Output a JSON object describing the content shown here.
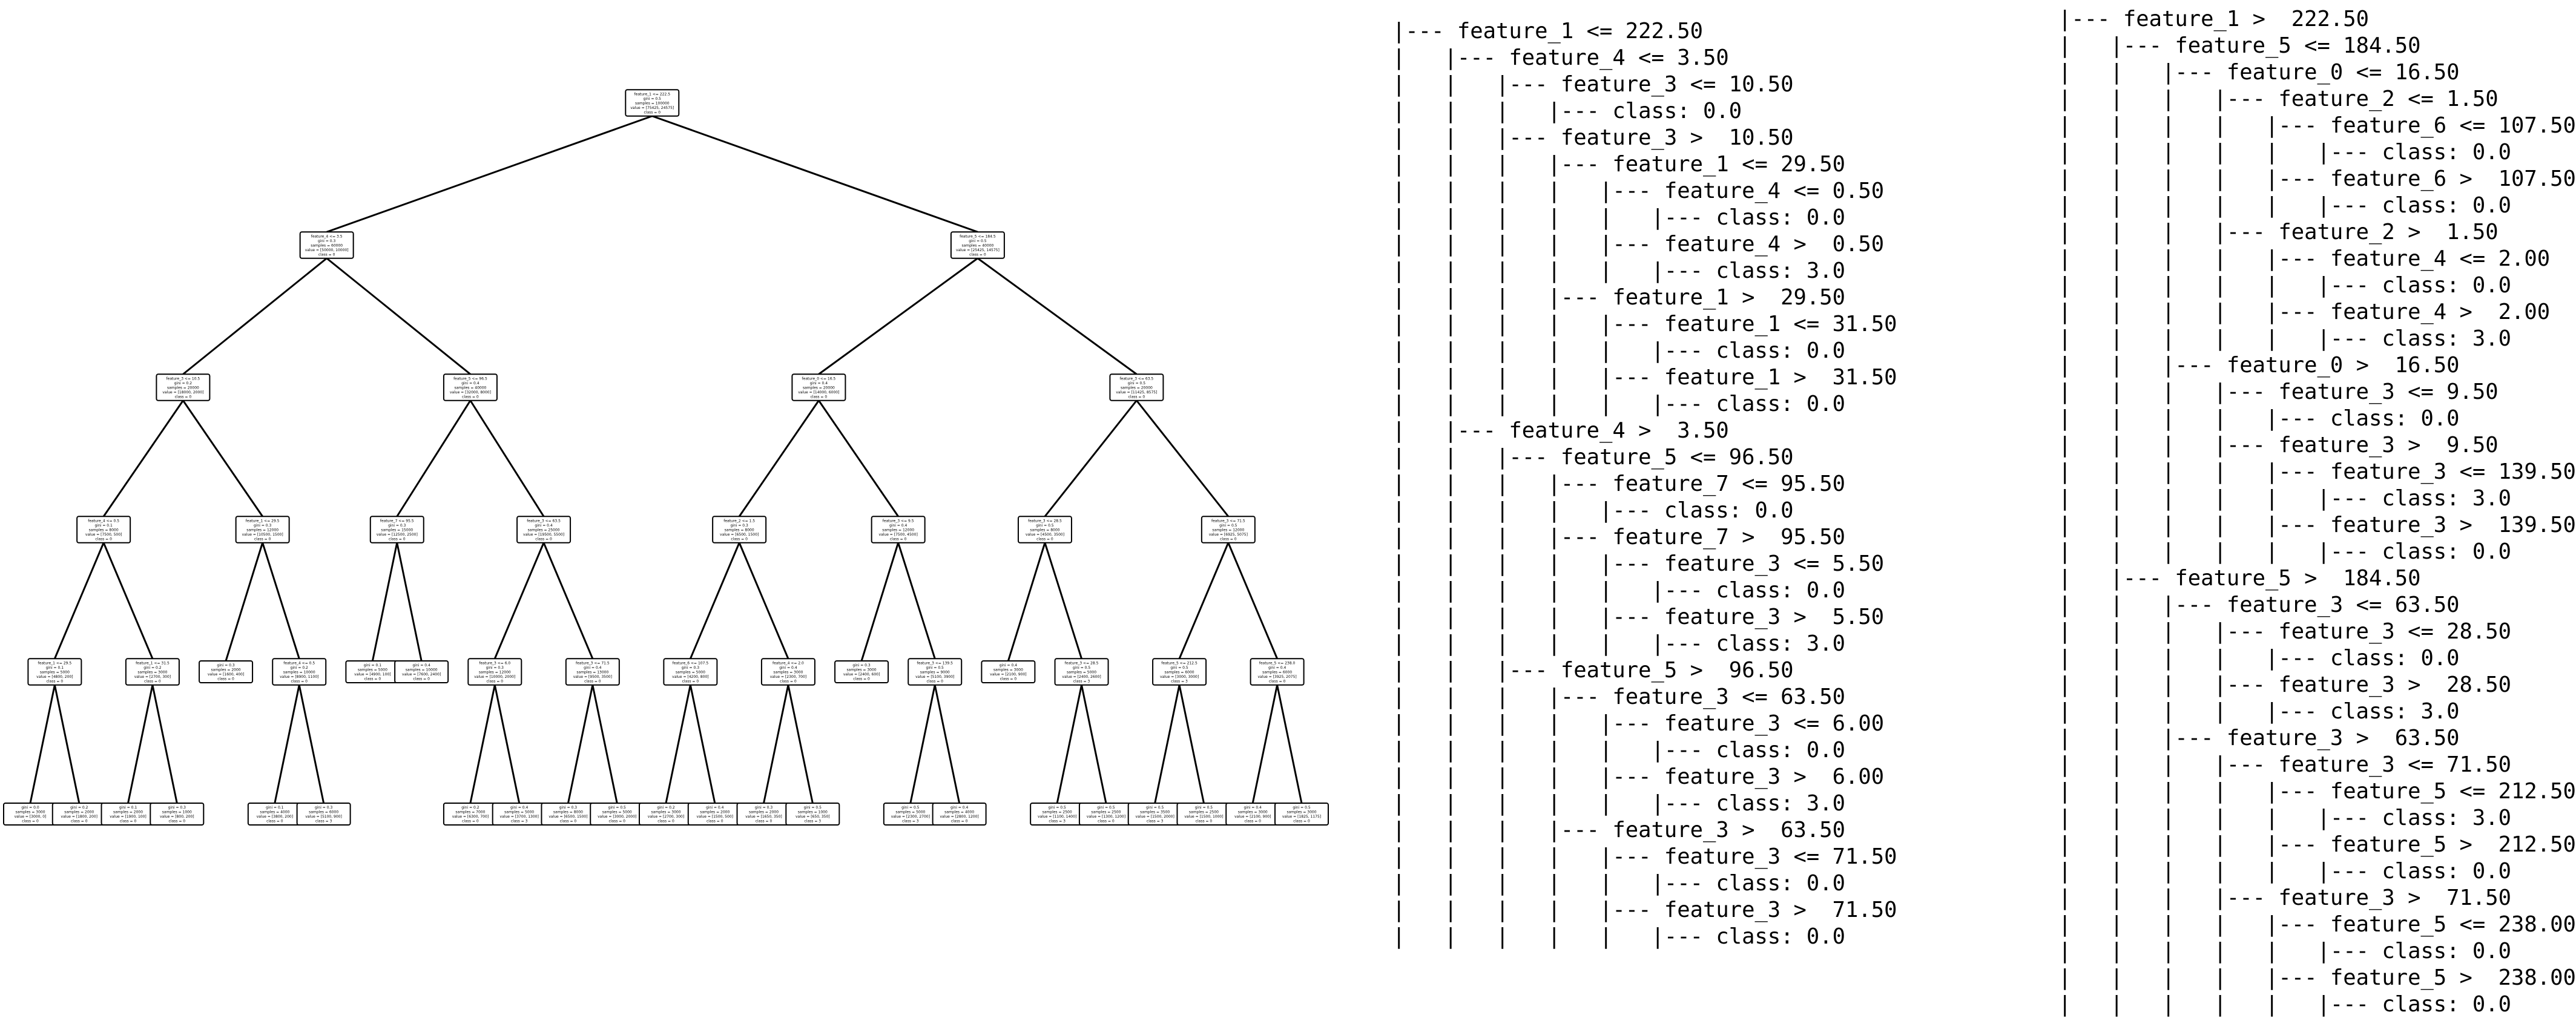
{
  "tree": {
    "id": "n0",
    "text": [
      "feature_1 <= 222.5",
      "gini = 0.5",
      "samples = 100000",
      "value = [75425, 24575]",
      "class = 0"
    ],
    "children": [
      {
        "id": "n1",
        "text": [
          "feature_4 <= 3.5",
          "gini = 0.3",
          "samples = 60000",
          "value = [50000, 10000]",
          "class = 0"
        ],
        "children": [
          {
            "id": "n3",
            "text": [
              "feature_3 <= 10.5",
              "gini = 0.2",
              "samples = 20000",
              "value = [18000, 2000]",
              "class = 0"
            ],
            "children": [
              {
                "id": "n7",
                "text": [
                  "feature_4 <= 0.5",
                  "gini = 0.1",
                  "samples = 8000",
                  "value = [7500, 500]",
                  "class = 0"
                ],
                "children": [
                  {
                    "id": "n15",
                    "text": [
                      "feature_1 <= 29.5",
                      "gini = 0.1",
                      "samples = 5000",
                      "value = [4800, 200]",
                      "class = 0"
                    ],
                    "children": [
                      {
                        "id": "n31",
                        "text": [
                          "gini = 0.0",
                          "samples = 3000",
                          "value = [3000, 0]",
                          "class = 0"
                        ]
                      },
                      {
                        "id": "n32",
                        "text": [
                          "gini = 0.2",
                          "samples = 2000",
                          "value = [1800, 200]",
                          "class = 0"
                        ]
                      }
                    ]
                  },
                  {
                    "id": "n16",
                    "text": [
                      "feature_1 <= 31.5",
                      "gini = 0.2",
                      "samples = 3000",
                      "value = [2700, 300]",
                      "class = 0"
                    ],
                    "children": [
                      {
                        "id": "n33",
                        "text": [
                          "gini = 0.1",
                          "samples = 2000",
                          "value = [1900, 100]",
                          "class = 0"
                        ]
                      },
                      {
                        "id": "n34",
                        "text": [
                          "gini = 0.3",
                          "samples = 1000",
                          "value = [800, 200]",
                          "class = 0"
                        ]
                      }
                    ]
                  }
                ]
              },
              {
                "id": "n8",
                "text": [
                  "feature_1 <= 29.5",
                  "gini = 0.3",
                  "samples = 12000",
                  "value = [10500, 1500]",
                  "class = 0"
                ],
                "children": [
                  {
                    "id": "n17",
                    "text": [
                      "gini = 0.3",
                      "samples = 2000",
                      "value = [1600, 400]",
                      "class = 0"
                    ]
                  },
                  {
                    "id": "n18",
                    "text": [
                      "feature_4 <= 0.5",
                      "gini = 0.2",
                      "samples = 10000",
                      "value = [8900, 1100]",
                      "class = 0"
                    ],
                    "children": [
                      {
                        "id": "n35",
                        "text": [
                          "gini = 0.1",
                          "samples = 4000",
                          "value = [3800, 200]",
                          "class = 0"
                        ]
                      },
                      {
                        "id": "n36",
                        "text": [
                          "gini = 0.3",
                          "samples = 6000",
                          "value = [5100, 900]",
                          "class = 3"
                        ]
                      }
                    ]
                  }
                ]
              }
            ]
          },
          {
            "id": "n4",
            "text": [
              "feature_5 <= 96.5",
              "gini = 0.4",
              "samples = 40000",
              "value = [32000, 8000]",
              "class = 0"
            ],
            "children": [
              {
                "id": "n9",
                "text": [
                  "feature_7 <= 95.5",
                  "gini = 0.3",
                  "samples = 15000",
                  "value = [12500, 2500]",
                  "class = 0"
                ],
                "children": [
                  {
                    "id": "n19",
                    "text": [
                      "gini = 0.1",
                      "samples = 5000",
                      "value = [4900, 100]",
                      "class = 0"
                    ]
                  },
                  {
                    "id": "n20",
                    "text": [
                      "gini = 0.4",
                      "samples = 10000",
                      "value = [7600, 2400]",
                      "class = 0"
                    ]
                  }
                ]
              },
              {
                "id": "n10",
                "text": [
                  "feature_3 <= 63.5",
                  "gini = 0.4",
                  "samples = 25000",
                  "value = [19500, 5500]",
                  "class = 0"
                ],
                "children": [
                  {
                    "id": "n21",
                    "text": [
                      "feature_3 <= 6.0",
                      "gini = 0.3",
                      "samples = 12000",
                      "value = [10000, 2000]",
                      "class = 0"
                    ],
                    "children": [
                      {
                        "id": "n37",
                        "text": [
                          "gini = 0.2",
                          "samples = 7000",
                          "value = [6300, 700]",
                          "class = 0"
                        ]
                      },
                      {
                        "id": "n38",
                        "text": [
                          "gini = 0.4",
                          "samples = 5000",
                          "value = [3700, 1300]",
                          "class = 3"
                        ]
                      }
                    ]
                  },
                  {
                    "id": "n22",
                    "text": [
                      "feature_3 <= 71.5",
                      "gini = 0.4",
                      "samples = 13000",
                      "value = [9500, 3500]",
                      "class = 0"
                    ],
                    "children": [
                      {
                        "id": "n39",
                        "text": [
                          "gini = 0.3",
                          "samples = 8000",
                          "value = [6500, 1500]",
                          "class = 0"
                        ]
                      },
                      {
                        "id": "n40",
                        "text": [
                          "gini = 0.5",
                          "samples = 5000",
                          "value = [3000, 2000]",
                          "class = 0"
                        ]
                      }
                    ]
                  }
                ]
              }
            ]
          }
        ]
      },
      {
        "id": "n2",
        "text": [
          "feature_5 <= 184.5",
          "gini = 0.5",
          "samples = 40000",
          "value = [25425, 14575]",
          "class = 0"
        ],
        "children": [
          {
            "id": "n5",
            "text": [
              "feature_0 <= 16.5",
              "gini = 0.4",
              "samples = 20000",
              "value = [14000, 6000]",
              "class = 0"
            ],
            "children": [
              {
                "id": "n11",
                "text": [
                  "feature_2 <= 1.5",
                  "gini = 0.3",
                  "samples = 8000",
                  "value = [6500, 1500]",
                  "class = 0"
                ],
                "children": [
                  {
                    "id": "n23",
                    "text": [
                      "feature_6 <= 107.5",
                      "gini = 0.3",
                      "samples = 5000",
                      "value = [4200, 800]",
                      "class = 0"
                    ],
                    "children": [
                      {
                        "id": "n41",
                        "text": [
                          "gini = 0.2",
                          "samples = 3000",
                          "value = [2700, 300]",
                          "class = 0"
                        ]
                      },
                      {
                        "id": "n42",
                        "text": [
                          "gini = 0.4",
                          "samples = 2000",
                          "value = [1500, 500]",
                          "class = 0"
                        ]
                      }
                    ]
                  },
                  {
                    "id": "n24",
                    "text": [
                      "feature_4 <= 2.0",
                      "gini = 0.4",
                      "samples = 3000",
                      "value = [2300, 700]",
                      "class = 0"
                    ],
                    "children": [
                      {
                        "id": "n43",
                        "text": [
                          "gini = 0.3",
                          "samples = 2000",
                          "value = [1650, 350]",
                          "class = 0"
                        ]
                      },
                      {
                        "id": "n44",
                        "text": [
                          "gini = 0.5",
                          "samples = 1000",
                          "value = [650, 350]",
                          "class = 3"
                        ]
                      }
                    ]
                  }
                ]
              },
              {
                "id": "n12",
                "text": [
                  "feature_3 <= 9.5",
                  "gini = 0.4",
                  "samples = 12000",
                  "value = [7500, 4500]",
                  "class = 0"
                ],
                "children": [
                  {
                    "id": "n25",
                    "text": [
                      "gini = 0.3",
                      "samples = 3000",
                      "value = [2400, 600]",
                      "class = 0"
                    ]
                  },
                  {
                    "id": "n26",
                    "text": [
                      "feature_3 <= 139.5",
                      "gini = 0.5",
                      "samples = 9000",
                      "value = [5100, 3900]",
                      "class = 0"
                    ],
                    "children": [
                      {
                        "id": "n45",
                        "text": [
                          "gini = 0.5",
                          "samples = 5000",
                          "value = [2300, 2700]",
                          "class = 3"
                        ]
                      },
                      {
                        "id": "n46",
                        "text": [
                          "gini = 0.4",
                          "samples = 4000",
                          "value = [2800, 1200]",
                          "class = 0"
                        ]
                      }
                    ]
                  }
                ]
              }
            ]
          },
          {
            "id": "n6",
            "text": [
              "feature_3 <= 63.5",
              "gini = 0.5",
              "samples = 20000",
              "value = [11425, 8575]",
              "class = 0"
            ],
            "children": [
              {
                "id": "n13",
                "text": [
                  "feature_3 <= 28.5",
                  "gini = 0.5",
                  "samples = 8000",
                  "value = [4500, 3500]",
                  "class = 0"
                ],
                "children": [
                  {
                    "id": "n27",
                    "text": [
                      "gini = 0.4",
                      "samples = 3000",
                      "value = [2100, 900]",
                      "class = 0"
                    ]
                  },
                  {
                    "id": "n28",
                    "text": [
                      "feature_3 <= 28.5",
                      "gini = 0.5",
                      "samples = 5000",
                      "value = [2400, 2600]",
                      "class = 3"
                    ],
                    "children": [
                      {
                        "id": "n47",
                        "text": [
                          "gini = 0.5",
                          "samples = 2500",
                          "value = [1100, 1400]",
                          "class = 3"
                        ]
                      },
                      {
                        "id": "n48",
                        "text": [
                          "gini = 0.5",
                          "samples = 2500",
                          "value = [1300, 1200]",
                          "class = 0"
                        ]
                      }
                    ]
                  }
                ]
              },
              {
                "id": "n14",
                "text": [
                  "feature_3 <= 71.5",
                  "gini = 0.5",
                  "samples = 12000",
                  "value = [6925, 5075]",
                  "class = 0"
                ],
                "children": [
                  {
                    "id": "n29",
                    "text": [
                      "feature_5 <= 212.5",
                      "gini = 0.5",
                      "samples = 6000",
                      "value = [3000, 3000]",
                      "class = 3"
                    ],
                    "children": [
                      {
                        "id": "n49",
                        "text": [
                          "gini = 0.5",
                          "samples = 3500",
                          "value = [1500, 2000]",
                          "class = 3"
                        ]
                      },
                      {
                        "id": "n50",
                        "text": [
                          "gini = 0.5",
                          "samples = 2500",
                          "value = [1500, 1000]",
                          "class = 0"
                        ]
                      }
                    ]
                  },
                  {
                    "id": "n30",
                    "text": [
                      "feature_5 <= 238.0",
                      "gini = 0.4",
                      "samples = 6000",
                      "value = [3925, 2075]",
                      "class = 0"
                    ],
                    "children": [
                      {
                        "id": "n51",
                        "text": [
                          "gini = 0.4",
                          "samples = 3000",
                          "value = [2100, 900]",
                          "class = 0"
                        ]
                      },
                      {
                        "id": "n52",
                        "text": [
                          "gini = 0.5",
                          "samples = 3000",
                          "value = [1825, 1175]",
                          "class = 0"
                        ]
                      }
                    ]
                  }
                ]
              }
            ]
          }
        ]
      }
    ]
  },
  "text_tree_left": "|--- feature_1 <= 222.50\n|   |--- feature_4 <= 3.50\n|   |   |--- feature_3 <= 10.50\n|   |   |   |--- class: 0.0\n|   |   |--- feature_3 >  10.50\n|   |   |   |--- feature_1 <= 29.50\n|   |   |   |   |--- feature_4 <= 0.50\n|   |   |   |   |   |--- class: 0.0\n|   |   |   |   |--- feature_4 >  0.50\n|   |   |   |   |   |--- class: 3.0\n|   |   |   |--- feature_1 >  29.50\n|   |   |   |   |--- feature_1 <= 31.50\n|   |   |   |   |   |--- class: 0.0\n|   |   |   |   |--- feature_1 >  31.50\n|   |   |   |   |   |--- class: 0.0\n|   |--- feature_4 >  3.50\n|   |   |--- feature_5 <= 96.50\n|   |   |   |--- feature_7 <= 95.50\n|   |   |   |   |--- class: 0.0\n|   |   |   |--- feature_7 >  95.50\n|   |   |   |   |--- feature_3 <= 5.50\n|   |   |   |   |   |--- class: 0.0\n|   |   |   |   |--- feature_3 >  5.50\n|   |   |   |   |   |--- class: 3.0\n|   |   |--- feature_5 >  96.50\n|   |   |   |--- feature_3 <= 63.50\n|   |   |   |   |--- feature_3 <= 6.00\n|   |   |   |   |   |--- class: 0.0\n|   |   |   |   |--- feature_3 >  6.00\n|   |   |   |   |   |--- class: 3.0\n|   |   |   |--- feature_3 >  63.50\n|   |   |   |   |--- feature_3 <= 71.50\n|   |   |   |   |   |--- class: 0.0\n|   |   |   |   |--- feature_3 >  71.50\n|   |   |   |   |   |--- class: 0.0",
  "text_tree_right": "|--- feature_1 >  222.50\n|   |--- feature_5 <= 184.50\n|   |   |--- feature_0 <= 16.50\n|   |   |   |--- feature_2 <= 1.50\n|   |   |   |   |--- feature_6 <= 107.50\n|   |   |   |   |   |--- class: 0.0\n|   |   |   |   |--- feature_6 >  107.50\n|   |   |   |   |   |--- class: 0.0\n|   |   |   |--- feature_2 >  1.50\n|   |   |   |   |--- feature_4 <= 2.00\n|   |   |   |   |   |--- class: 0.0\n|   |   |   |   |--- feature_4 >  2.00\n|   |   |   |   |   |--- class: 3.0\n|   |   |--- feature_0 >  16.50\n|   |   |   |--- feature_3 <= 9.50\n|   |   |   |   |--- class: 0.0\n|   |   |   |--- feature_3 >  9.50\n|   |   |   |   |--- feature_3 <= 139.50\n|   |   |   |   |   |--- class: 3.0\n|   |   |   |   |--- feature_3 >  139.50\n|   |   |   |   |   |--- class: 0.0\n|   |--- feature_5 >  184.50\n|   |   |--- feature_3 <= 63.50\n|   |   |   |--- feature_3 <= 28.50\n|   |   |   |   |--- class: 0.0\n|   |   |   |--- feature_3 >  28.50\n|   |   |   |   |--- class: 3.0\n|   |   |--- feature_3 >  63.50\n|   |   |   |--- feature_3 <= 71.50\n|   |   |   |   |--- feature_5 <= 212.50\n|   |   |   |   |   |--- class: 3.0\n|   |   |   |   |--- feature_5 >  212.50\n|   |   |   |   |   |--- class: 0.0\n|   |   |   |--- feature_3 >  71.50\n|   |   |   |   |--- feature_5 <= 238.00\n|   |   |   |   |   |--- class: 0.0\n|   |   |   |   |--- feature_5 >  238.00\n|   |   |   |   |   |--- class: 0.0"
}
